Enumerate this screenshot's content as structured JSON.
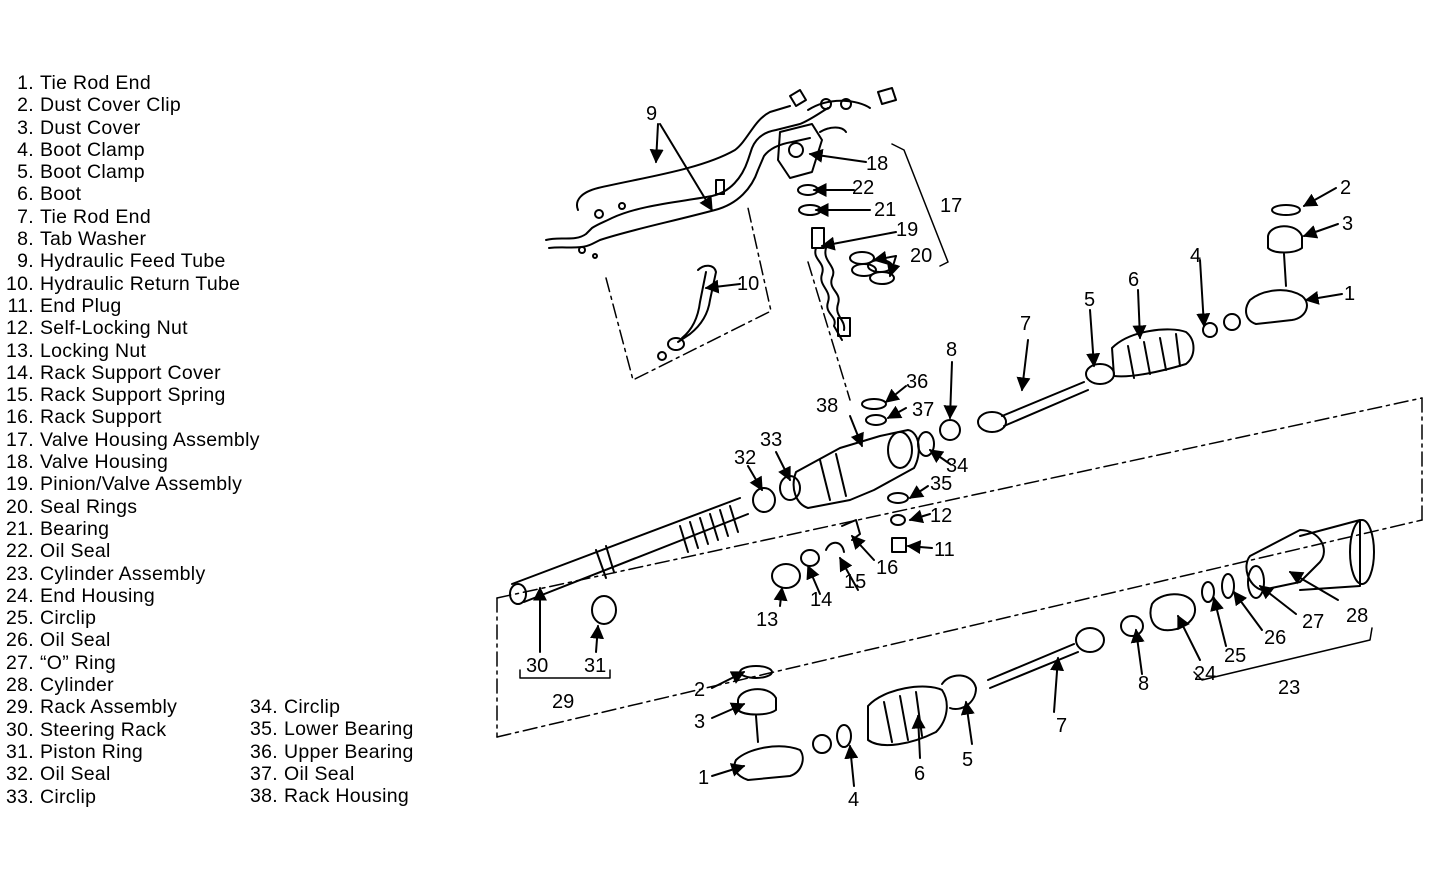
{
  "legend_left": [
    {
      "num": "1.",
      "text": "Tie Rod End"
    },
    {
      "num": "2.",
      "text": "Dust Cover Clip"
    },
    {
      "num": "3.",
      "text": "Dust Cover"
    },
    {
      "num": "4.",
      "text": "Boot Clamp"
    },
    {
      "num": "5.",
      "text": "Boot Clamp"
    },
    {
      "num": "6.",
      "text": "Boot"
    },
    {
      "num": "7.",
      "text": "Tie Rod End"
    },
    {
      "num": "8.",
      "text": "Tab Washer"
    },
    {
      "num": "9.",
      "text": "Hydraulic Feed Tube"
    },
    {
      "num": "10.",
      "text": "Hydraulic Return Tube"
    },
    {
      "num": "11.",
      "text": "End Plug"
    },
    {
      "num": "12.",
      "text": "Self-Locking Nut"
    },
    {
      "num": "13.",
      "text": "Locking Nut"
    },
    {
      "num": "14.",
      "text": "Rack Support Cover"
    },
    {
      "num": "15.",
      "text": "Rack Support Spring"
    },
    {
      "num": "16.",
      "text": "Rack Support"
    },
    {
      "num": "17.",
      "text": "Valve Housing Assembly"
    },
    {
      "num": "18.",
      "text": "Valve Housing"
    },
    {
      "num": "19.",
      "text": "Pinion/Valve Assembly"
    },
    {
      "num": "20.",
      "text": "Seal Rings"
    },
    {
      "num": "21.",
      "text": "Bearing"
    },
    {
      "num": "22.",
      "text": "Oil Seal"
    },
    {
      "num": "23.",
      "text": "Cylinder Assembly"
    },
    {
      "num": "24.",
      "text": "End Housing"
    },
    {
      "num": "25.",
      "text": "Circlip"
    },
    {
      "num": "26.",
      "text": "Oil Seal"
    },
    {
      "num": "27.",
      "text": "“O” Ring"
    },
    {
      "num": "28.",
      "text": "Cylinder"
    },
    {
      "num": "29.",
      "text": "Rack Assembly"
    },
    {
      "num": "30.",
      "text": "Steering Rack"
    },
    {
      "num": "31.",
      "text": "Piston Ring"
    },
    {
      "num": "32.",
      "text": "Oil Seal"
    },
    {
      "num": "33.",
      "text": "Circlip"
    }
  ],
  "legend_right": [
    {
      "num": "34.",
      "text": "Circlip"
    },
    {
      "num": "35.",
      "text": "Lower Bearing"
    },
    {
      "num": "36.",
      "text": "Upper Bearing"
    },
    {
      "num": "37.",
      "text": "Oil Seal"
    },
    {
      "num": "38.",
      "text": "Rack Housing"
    }
  ],
  "callouts": {
    "c1a": "1",
    "c1b": "1",
    "c2a": "2",
    "c2b": "2",
    "c3a": "3",
    "c3b": "3",
    "c4a": "4",
    "c4b": "4",
    "c5a": "5",
    "c5b": "5",
    "c6a": "6",
    "c6b": "6",
    "c7a": "7",
    "c7b": "7",
    "c8a": "8",
    "c8b": "8",
    "c9": "9",
    "c10": "10",
    "c11": "11",
    "c12": "12",
    "c13": "13",
    "c14": "14",
    "c15": "15",
    "c16": "16",
    "c17": "17",
    "c18": "18",
    "c19": "19",
    "c20": "20",
    "c21": "21",
    "c22": "22",
    "c23": "23",
    "c24": "24",
    "c25": "25",
    "c26": "26",
    "c27": "27",
    "c28": "28",
    "c29": "29",
    "c30": "30",
    "c31": "31",
    "c32": "32",
    "c33": "33",
    "c34": "34",
    "c35": "35",
    "c36": "36",
    "c37": "37",
    "c38": "38"
  }
}
